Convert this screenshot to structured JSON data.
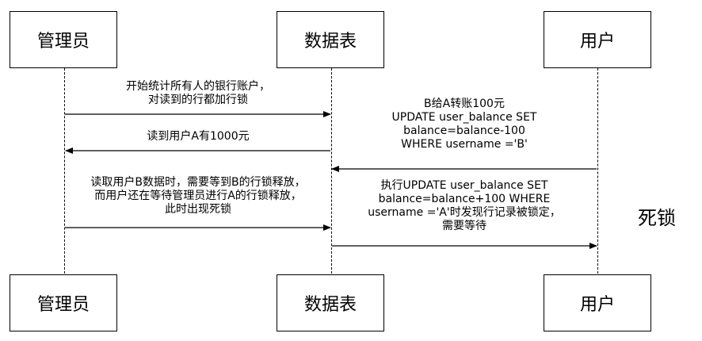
{
  "participants": {
    "admin": "管理员",
    "table": "数据表",
    "user": "用户"
  },
  "messages": [
    {
      "text": "开始统计所有人的银行账户，\n对读到的行都加行锁"
    },
    {
      "text": "读到用户A有1000元"
    },
    {
      "text": "B给A转账100元\nUPDATE user_balance SET\nbalance=balance-100\nWHERE username ='B'"
    },
    {
      "text": "读取用户B数据时，需要等到B的行锁释放，\n而用户还在等待管理员进行A的行锁释放，\n此时出现死锁"
    },
    {
      "text": "执行UPDATE user_balance SET\nbalance=balance+100 WHERE\nusername ='A'时发现行记录被锁定，\n需要等待"
    }
  ],
  "deadlock_label": "死锁"
}
